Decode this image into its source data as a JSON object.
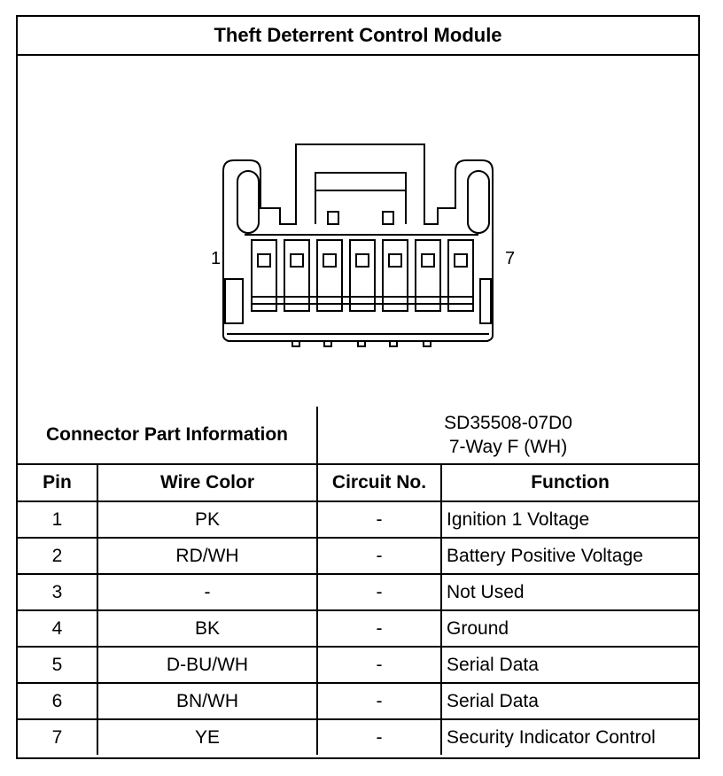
{
  "title": "Theft Deterrent Control Module",
  "connector": {
    "pin_first_label": "1",
    "pin_last_label": "7"
  },
  "part_info": {
    "label": "Connector Part Information",
    "part_number": "SD35508-07D0",
    "description": "7-Way F (WH)"
  },
  "columns": [
    "Pin",
    "Wire Color",
    "Circuit No.",
    "Function"
  ],
  "rows": [
    {
      "pin": "1",
      "wire": "PK",
      "circuit": "-",
      "function": "Ignition 1 Voltage"
    },
    {
      "pin": "2",
      "wire": "RD/WH",
      "circuit": "-",
      "function": "Battery Positive Voltage"
    },
    {
      "pin": "3",
      "wire": "-",
      "circuit": "-",
      "function": "Not Used"
    },
    {
      "pin": "4",
      "wire": "BK",
      "circuit": "-",
      "function": "Ground"
    },
    {
      "pin": "5",
      "wire": "D-BU/WH",
      "circuit": "-",
      "function": "Serial Data"
    },
    {
      "pin": "6",
      "wire": "BN/WH",
      "circuit": "-",
      "function": "Serial Data"
    },
    {
      "pin": "7",
      "wire": "YE",
      "circuit": "-",
      "function": "Security Indicator Control"
    }
  ]
}
